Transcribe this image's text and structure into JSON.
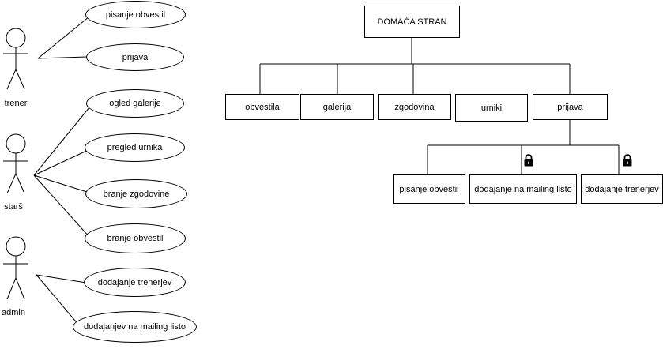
{
  "actors": [
    {
      "id": "trener",
      "label": "trener",
      "use_cases": [
        "pisanje obvestil",
        "prijava"
      ]
    },
    {
      "id": "stars",
      "label": "starš",
      "use_cases": [
        "ogled galerije",
        "pregled urnika",
        "branje zgodovine",
        "branje obvestil"
      ]
    },
    {
      "id": "admin",
      "label": "admin",
      "use_cases": [
        "dodajanje trenerjev",
        "dodajanjev na mailing listo"
      ]
    }
  ],
  "sitemap": {
    "root": "DOMAČA STRAN",
    "pages": [
      "obvestila",
      "galerija",
      "zgodovina",
      "urniki",
      "prijava"
    ],
    "prijava_children": [
      {
        "label": "pisanje obvestil",
        "locked": false
      },
      {
        "label": "dodajanje na mailing listo",
        "locked": true
      },
      {
        "label": "dodajanje trenerjev",
        "locked": true
      }
    ]
  },
  "icons": {
    "actor": "stick-figure-icon",
    "lock": "padlock-icon"
  }
}
